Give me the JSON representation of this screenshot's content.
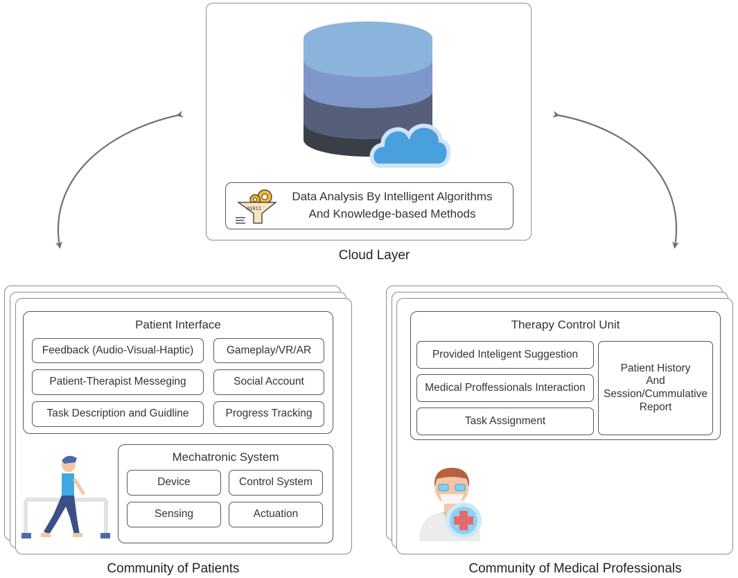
{
  "cloud": {
    "caption": "Cloud Layer",
    "analysis_line1": "Data Analysis By Intelligent Algorithms",
    "analysis_line2": "And Knowledge-based Methods",
    "analysis_icon": "funnel-gears-icon",
    "database_icon": "database-cloud-icon"
  },
  "patients": {
    "caption": "Community of Patients",
    "interface_title": "Patient Interface",
    "interface_items": [
      "Feedback (Audio-Visual-Haptic)",
      "Gameplay/VR/AR",
      "Patient-Therapist Messeging",
      "Social Account",
      "Task Description and Guidline",
      "Progress Tracking"
    ],
    "mechatronic_title": "Mechatronic System",
    "mechatronic_items": [
      "Device",
      "Control System",
      "Sensing",
      "Actuation"
    ],
    "figure_icon": "patient-walker-icon"
  },
  "professionals": {
    "caption": "Community of Medical Professionals",
    "therapy_title": "Therapy Control Unit",
    "therapy_items": [
      "Provided Inteligent Suggestion",
      "Medical Proffessionals Interaction",
      "Task Assignment"
    ],
    "history_line1": "Patient History",
    "history_line2": "And",
    "history_line3": "Session/Cummulative",
    "history_line4": "Report",
    "figure_icon": "doctor-icon"
  },
  "colors": {
    "db_top": "#8bb4dc",
    "db_band2": "#8097c9",
    "db_band3": "#555f7a",
    "db_bottom": "#3a3f47",
    "cloud": "#4a9fdd",
    "arrow": "#6f6f6f"
  }
}
